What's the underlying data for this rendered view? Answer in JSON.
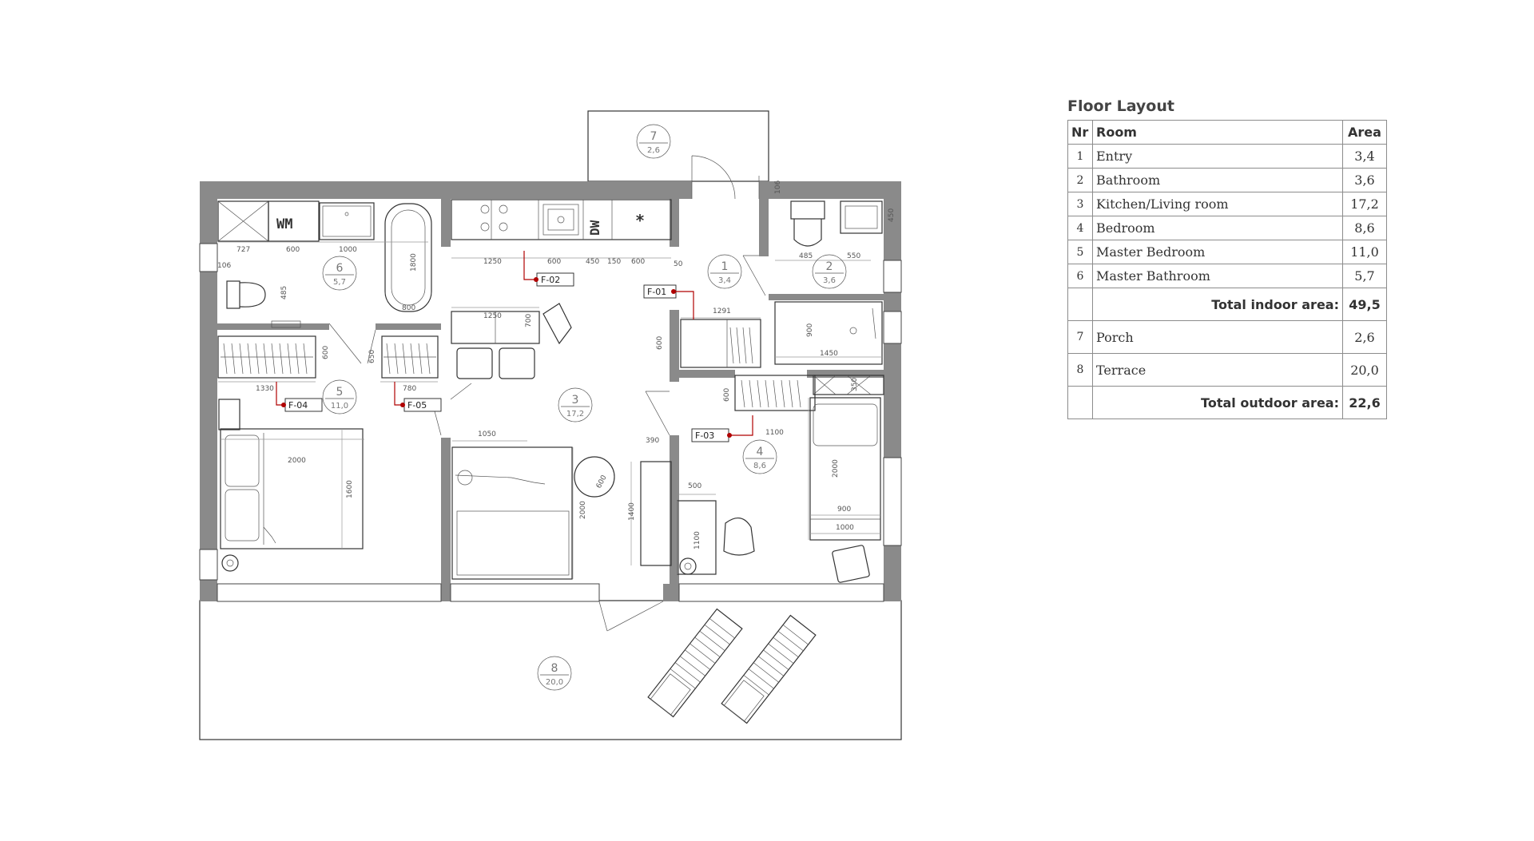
{
  "legend": {
    "title": "Floor Layout",
    "headers": {
      "nr": "Nr",
      "room": "Room",
      "area": "Area"
    },
    "indoor": [
      {
        "nr": "1",
        "room": "Entry",
        "area": "3,4"
      },
      {
        "nr": "2",
        "room": "Bathroom",
        "area": "3,6"
      },
      {
        "nr": "3",
        "room": "Kitchen/Living room",
        "area": "17,2"
      },
      {
        "nr": "4",
        "room": "Bedroom",
        "area": "8,6"
      },
      {
        "nr": "5",
        "room": "Master Bedroom",
        "area": "11,0"
      },
      {
        "nr": "6",
        "room": "Master Bathroom",
        "area": "5,7"
      }
    ],
    "total_indoor_label": "Total indoor area:",
    "total_indoor": "49,5",
    "outdoor": [
      {
        "nr": "7",
        "room": "Porch",
        "area": "2,6"
      },
      {
        "nr": "8",
        "room": "Terrace",
        "area": "20,0"
      }
    ],
    "total_outdoor_label": "Total outdoor area:",
    "total_outdoor": "22,6"
  },
  "plan": {
    "room_markers": [
      {
        "nr": "1",
        "area": "3,4"
      },
      {
        "nr": "2",
        "area": "3,6"
      },
      {
        "nr": "3",
        "area": "17,2"
      },
      {
        "nr": "4",
        "area": "8,6"
      },
      {
        "nr": "5",
        "area": "11,0"
      },
      {
        "nr": "6",
        "area": "5,7"
      },
      {
        "nr": "7",
        "area": "2,6"
      },
      {
        "nr": "8",
        "area": "20,0"
      }
    ],
    "fixture_tags": [
      "F-01",
      "F-02",
      "F-03",
      "F-04",
      "F-05"
    ],
    "appliance_labels": {
      "washing_machine": "WM",
      "dishwasher": "DW"
    },
    "dimensions": [
      "727",
      "600",
      "1000",
      "106",
      "485",
      "1800",
      "800",
      "600",
      "650",
      "1330",
      "780",
      "1250",
      "600",
      "450",
      "150",
      "600",
      "50",
      "1250",
      "700",
      "1291",
      "600",
      "485",
      "550",
      "106",
      "450",
      "900",
      "1450",
      "600",
      "1100",
      "350",
      "2000",
      "900",
      "1000",
      "1050",
      "600",
      "2000",
      "390",
      "1400",
      "500",
      "1100",
      "2000",
      "1600"
    ]
  }
}
